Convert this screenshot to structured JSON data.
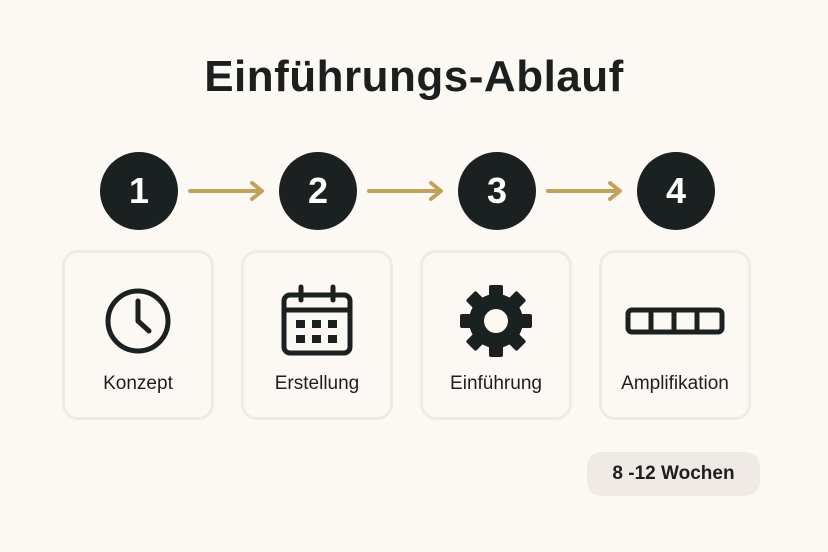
{
  "title": "Einführungs-Ablauf",
  "steps": [
    {
      "number": "1",
      "label": "Konzept",
      "icon": "clock-icon"
    },
    {
      "number": "2",
      "label": "Erstellung",
      "icon": "calendar-icon"
    },
    {
      "number": "3",
      "label": "Einführung",
      "icon": "gear-icon"
    },
    {
      "number": "4",
      "label": "Amplifikation",
      "icon": "progress-bar-icon"
    }
  ],
  "duration": "8 -12 Wochen",
  "colors": {
    "background": "#fcf9f4",
    "circle": "#1b2020",
    "arrow": "#c2a25a",
    "card_border": "#eeebe3",
    "badge": "#efebe4"
  }
}
